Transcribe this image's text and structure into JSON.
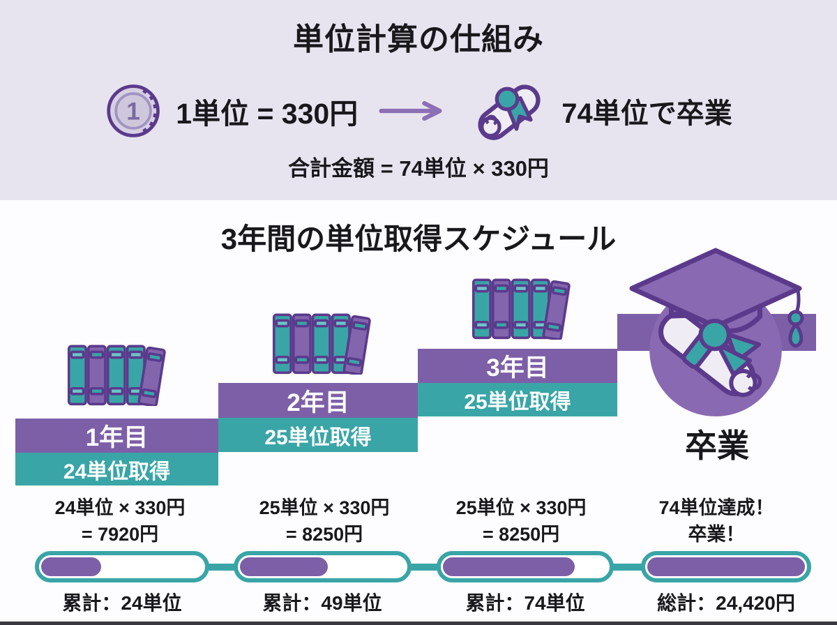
{
  "colors": {
    "top_bg": "#e8e4ef",
    "bottom_bg": "#fdfcfe",
    "purple": "#7d5fa8",
    "teal": "#39a5a7",
    "dark_purple": "#5b3a8c",
    "icon_purple": "#8969b1",
    "book_purple": "#8265ad",
    "stripe_teal": "#6ac6c8",
    "text_dark": "#19181c",
    "arrow_purple": "#8d6fb5",
    "coin_face": "#d7d0e3",
    "coin_inner": "#cfc8dc",
    "coin_ring": "#a193c2",
    "coin_numeral": "#7b69a4",
    "scroll_face": "#efedf3",
    "band_text": "#ffffff",
    "bottom_strip": "#393841"
  },
  "header": {
    "title": "単位計算の仕組み",
    "coin_number": "1",
    "unit_price": "1単位 = 330円",
    "graduation_requirement": "74単位で卒業",
    "total_formula": "合計金額 = 74単位 × 330円"
  },
  "schedule": {
    "title": "3年間の単位取得スケジュール",
    "steps": [
      {
        "year": "1年目",
        "credits": "24単位取得",
        "calc_line1": "24単位 × 330円",
        "calc_line2": "= 7920円",
        "cumulative": "累計：24単位",
        "progress_percent": 37
      },
      {
        "year": "2年目",
        "credits": "25単位取得",
        "calc_line1": "25単位 × 330円",
        "calc_line2": "= 8250円",
        "cumulative": "累計：49単位",
        "progress_percent": 53
      },
      {
        "year": "3年目",
        "credits": "25単位取得",
        "calc_line1": "25単位 × 330円",
        "calc_line2": "= 8250円",
        "cumulative": "累計：74単位",
        "progress_percent": 80
      }
    ],
    "graduation": {
      "label": "卒業",
      "calc_line1": "74単位達成！",
      "calc_line2": "卒業！",
      "total": "総計：24,420円",
      "progress_percent": 100
    }
  }
}
